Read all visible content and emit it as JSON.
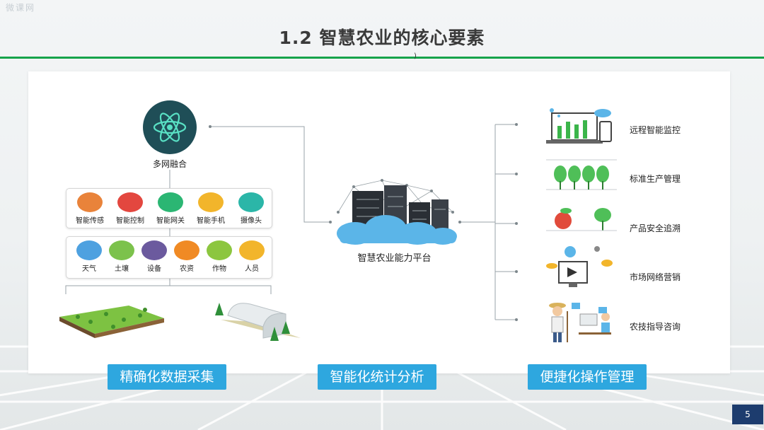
{
  "page": {
    "watermark": "微课网",
    "title": "1.2 智慧农业的核心要素",
    "stray_mark": ")",
    "page_number": "5"
  },
  "colors": {
    "accent_green": "#16a34a",
    "button_blue": "#2ea7df",
    "page_num_bg": "#1d3c6e"
  },
  "left": {
    "hub_label": "多网融合",
    "hub_icon": "atom-icon",
    "row1": [
      {
        "label": "智能传感",
        "icon": "gauge-icon",
        "color": "#e9833a"
      },
      {
        "label": "智能控制",
        "icon": "control-panel-icon",
        "color": "#e3473f"
      },
      {
        "label": "智能网关",
        "icon": "router-icon",
        "color": "#2bb673"
      },
      {
        "label": "智能手机",
        "icon": "phone-icon",
        "color": "#f2b52b"
      },
      {
        "label": "摄像头",
        "icon": "camera-icon",
        "color": "#2bb6a8"
      }
    ],
    "row2": [
      {
        "label": "天气",
        "icon": "cloud-icon",
        "color": "#4ea1e0"
      },
      {
        "label": "土壤",
        "icon": "sprout-icon",
        "color": "#7cc24c"
      },
      {
        "label": "设备",
        "icon": "camera-device-icon",
        "color": "#6b5a9e"
      },
      {
        "label": "农资",
        "icon": "money-bag-icon",
        "color": "#f08a24"
      },
      {
        "label": "作物",
        "icon": "tree-icon",
        "color": "#8cc63f"
      },
      {
        "label": "人员",
        "icon": "person-icon",
        "color": "#f2b52b"
      }
    ]
  },
  "center": {
    "platform_label": "智慧农业能力平台",
    "icon": "cloud-server-icon"
  },
  "right": {
    "items": [
      {
        "label": "远程智能监控",
        "icon": "monitor-plants-icon"
      },
      {
        "label": "标准生产管理",
        "icon": "greenhouse-rows-icon"
      },
      {
        "label": "产品安全追溯",
        "icon": "fruit-tree-icon"
      },
      {
        "label": "市场网络营销",
        "icon": "online-marketing-icon"
      },
      {
        "label": "农技指导咨询",
        "icon": "farmer-consult-icon"
      }
    ]
  },
  "bottom": {
    "left_label": "精确化数据采集",
    "center_label": "智能化统计分析",
    "right_label": "便捷化操作管理"
  }
}
